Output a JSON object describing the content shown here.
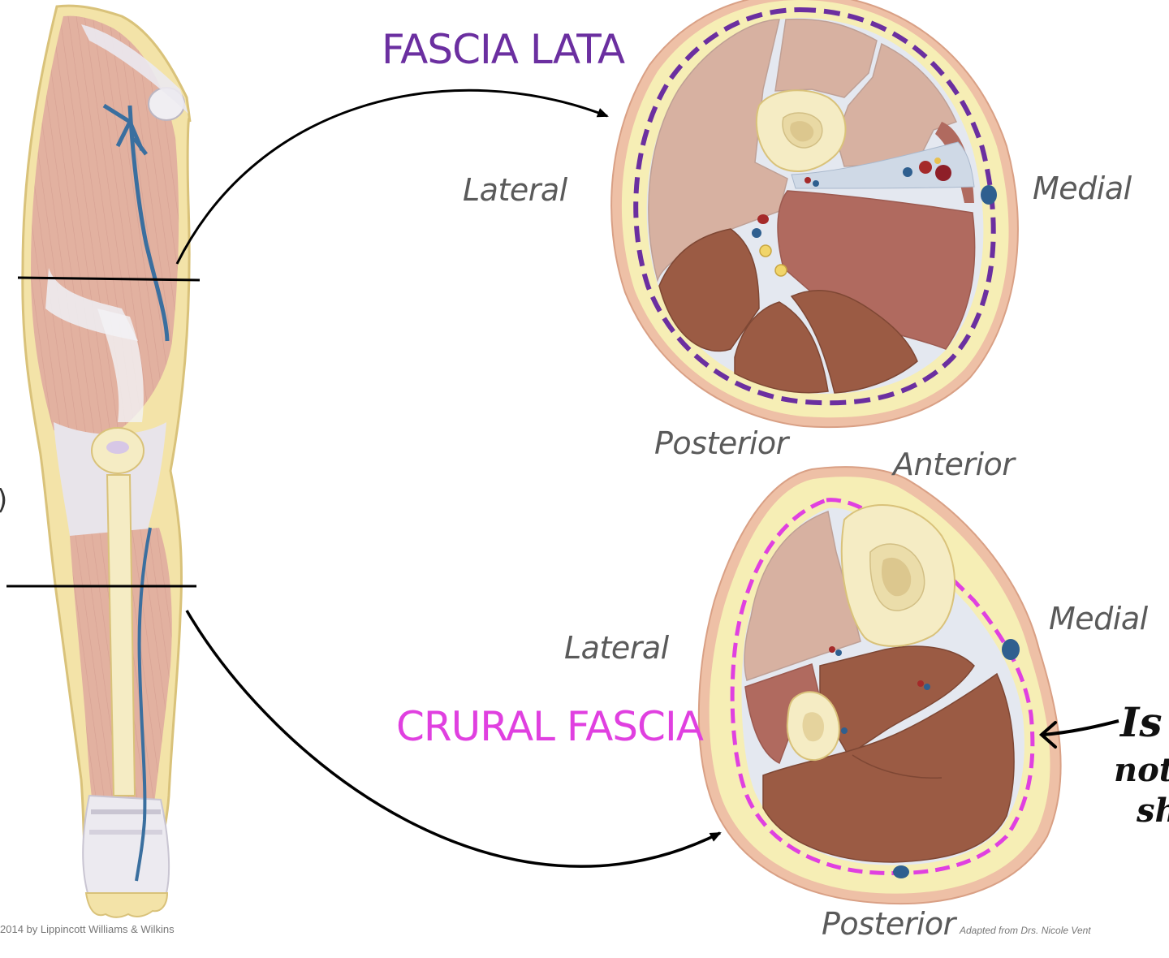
{
  "labels": {
    "fascia_lata": "FASCIA LATA",
    "crural_fascia": "CRURAL FASCIA",
    "thigh_lateral": "Lateral",
    "thigh_medial": "Medial",
    "thigh_posterior": "Posterior",
    "leg_anterior": "Anterior",
    "leg_lateral": "Lateral",
    "leg_medial": "Medial",
    "leg_posterior": "Posterior"
  },
  "credits": {
    "left": "2014 by Lippincott Williams & Wilkins",
    "right": "Adapted from Drs. Nicole Vent"
  },
  "handwritten_note": {
    "line1": "Is",
    "line2": "not",
    "line3": "sh"
  },
  "edge_mark": ")",
  "colors": {
    "fascia_lata": "#6b2fa0",
    "crural_fascia": "#e040e0",
    "skin": "#e9b9a4",
    "fat": "#f6eeb5",
    "light_muscle": "#d7b1a1",
    "medium_muscle": "#b06a5f",
    "dark_muscle": "#9b5b44",
    "bone": "#f5ecc4",
    "connective_tissue": "#e4e8f0",
    "vein": "#2f5f8f",
    "artery": "#a52a2a",
    "nerve": "#e8c050"
  }
}
